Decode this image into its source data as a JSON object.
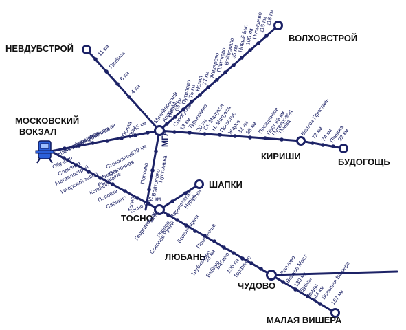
{
  "colors": {
    "line": "#1c2266",
    "station": "#1c2266",
    "background": "#ffffff"
  },
  "terminals": {
    "nevdubstroy": "НЕВДУБСТРОЙ",
    "volkhovstroy": "ВОЛХОВСТРОЙ",
    "moskovsky_1": "МОСКОВСКИЙ",
    "moskovsky_2": "ВОКЗАЛ",
    "kirishi": "КИРИШИ",
    "budogosch": "БУДОГОЩЬ",
    "shapki": "ШАПКИ",
    "tosno": "ТОСНО",
    "lyuban": "ЛЮБАНЬ",
    "chudovo": "ЧУДОВО",
    "malaya_vishera": "МАЛАЯ ВИШЕРА",
    "mga": "МГА"
  },
  "nevdubstroy_line": [
    "11 км",
    "Грибное",
    "6 км",
    "4 км"
  ],
  "volkhov_line": [
    "118 км",
    "115 км",
    "Пупышево",
    "106 км",
    "Новый Быт",
    "95 км",
    "Войбокало",
    "Плитчево",
    "Жихарево",
    "77 км",
    "Назия",
    "75 км",
    "Путилово",
    "63 км",
    "Назия",
    "Апраксин",
    "Михайловский"
  ],
  "moscow_line": [
    "Навалочная",
    "Фарфоровская",
    "Сортировочная",
    "Обухово",
    "Славянка",
    "Металлострой",
    "Ижорский завод",
    "Колпино",
    "Поповка",
    "Саблино",
    "Тосно II"
  ],
  "ring_line": [
    "Ивановская",
    "45 км",
    "Горы",
    "Пелла",
    "29 км",
    "Стекольный",
    "Понтонная",
    "Ижоры",
    "Рыбацкое"
  ],
  "kirishi_line": [
    "Сологубовка",
    "13 км",
    "Турышкино",
    "20 км",
    "Ст. Малукса",
    "Н. Малукса",
    "Погостье",
    "Жарок",
    "32 км",
    "38 км",
    "Посадников",
    "Пост 63 км",
    "Пчева",
    "Путепровод"
  ],
  "budogosch_line": [
    "Волхов Пристань",
    "72 км",
    "74 км",
    "Пчевжа",
    "92 км"
  ],
  "tosno_mga_line": [
    "Тосно",
    "22 км",
    "Поповка",
    "Войтолово",
    "Пустынька"
  ],
  "shapki_line": [
    "13 км",
    "Нурма",
    "Зареченская"
  ],
  "south_line": [
    "Ушаки",
    "Георгиевская",
    "Рябово",
    "Соколов Ручей",
    "Болотницкая",
    "Померанье",
    "93 км",
    "Трубниково",
    "Бабино II",
    "Бабино",
    "106 км",
    "Торфяное"
  ],
  "vishera_line": [
    "Волхово",
    "Волхов Мост",
    "130 км",
    "Дубцы",
    "Гряды",
    "144 км",
    "Большая Вишера",
    "157 км"
  ]
}
